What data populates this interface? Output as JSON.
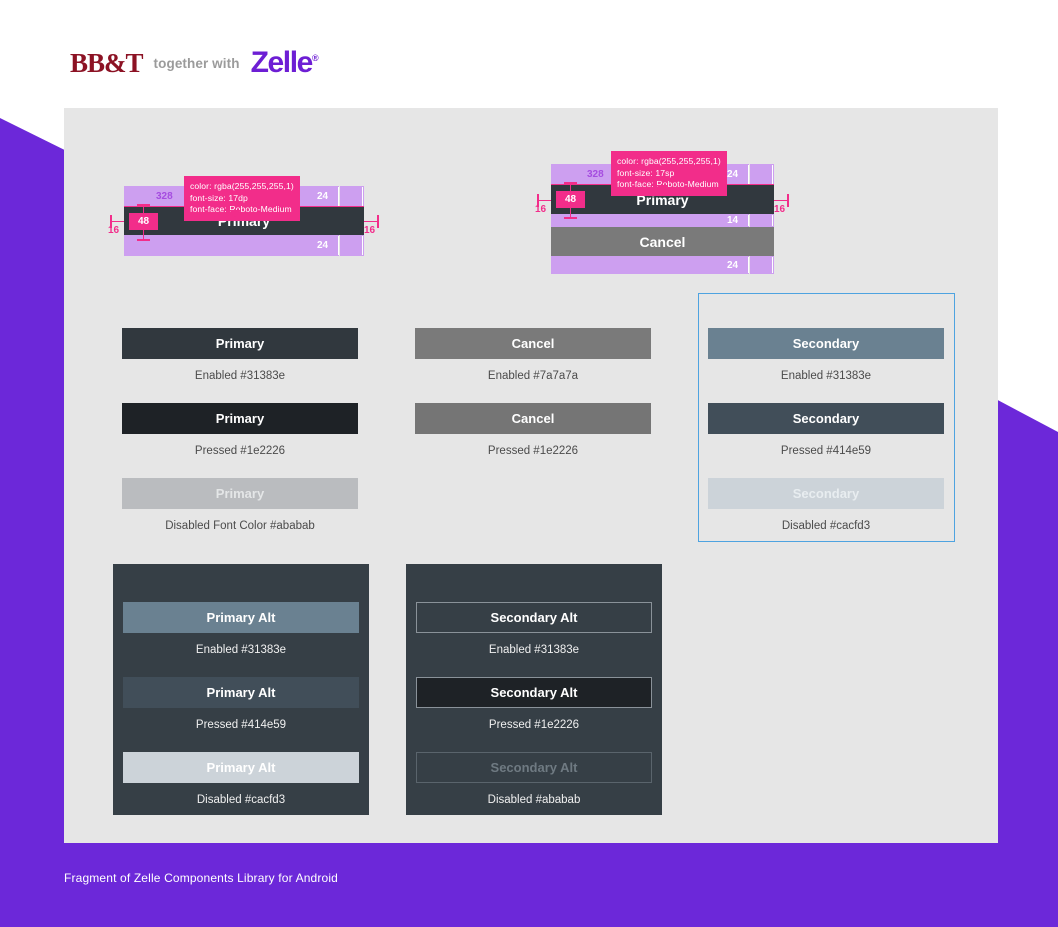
{
  "header": {
    "brand_left": "BB&T",
    "tagline": "together with",
    "brand_right": "Zelle",
    "trademark": "®"
  },
  "colors": {
    "purple": "#6c28d9",
    "panel_bg": "#e6e6e6",
    "annotation_pink": "#f22d8a",
    "spacer_violet": "#cd9ff0",
    "selection_blue": "#4ea3e0",
    "dark_panel": "#363f46",
    "primary_enabled": "#31383e",
    "primary_pressed": "#1e2226",
    "primary_disabled": "#babcbf",
    "cancel_enabled": "#7a7a7a",
    "cancel_pressed": "#757575",
    "secondary_enabled": "#6a8191",
    "secondary_pressed": "#414e59",
    "secondary_disabled": "#ccd3d9",
    "alt_disabled_fill": "#ccd3d9"
  },
  "spec_tooltip": {
    "left": "color: rgba(255,255,255,1)\nfont-size: 17dp\nfont-face: Roboto-Medium",
    "right": "color: rgba(255,255,255,1)\nfont-size: 17sp\nfont-face: Roboto-Medium"
  },
  "spec_left": {
    "button_label": "Primary",
    "width": "328",
    "height": "48",
    "margin_left": "16",
    "margin_right": "16",
    "spacing_top": "24",
    "spacing_bottom": "24"
  },
  "spec_right": {
    "primary_label": "Primary",
    "cancel_label": "Cancel",
    "width": "328",
    "height": "48",
    "margin_left": "16",
    "margin_right": "16",
    "spacing_top": "24",
    "spacing_between": "14",
    "spacing_bottom": "24"
  },
  "columns": [
    {
      "name": "primary",
      "states": [
        {
          "label": "Primary",
          "caption": "Enabled #31383e",
          "fill": "#31383e",
          "text": "#ffffff"
        },
        {
          "label": "Primary",
          "caption": "Pressed #1e2226",
          "fill": "#1e2226",
          "text": "#ffffff"
        },
        {
          "label": "Primary",
          "caption": "Disabled Font Color #ababab",
          "fill": "#babcbf",
          "text": "#e4e6e7"
        }
      ]
    },
    {
      "name": "cancel",
      "states": [
        {
          "label": "Cancel",
          "caption": "Enabled #7a7a7a",
          "fill": "#7a7a7a",
          "text": "#ffffff"
        },
        {
          "label": "Cancel",
          "caption": "Pressed #1e2226",
          "fill": "#757575",
          "text": "#ffffff"
        }
      ]
    },
    {
      "name": "secondary",
      "selected": true,
      "states": [
        {
          "label": "Secondary",
          "caption": "Enabled #31383e",
          "fill": "#6a8191",
          "text": "#ffffff"
        },
        {
          "label": "Secondary",
          "caption": "Pressed #414e59",
          "fill": "#414e59",
          "text": "#ffffff"
        },
        {
          "label": "Secondary",
          "caption": "Disabled #cacfd3",
          "fill": "#ccd3d9",
          "text": "#e8edf0"
        }
      ]
    }
  ],
  "alt_panels": [
    {
      "name": "primary-alt",
      "states": [
        {
          "label": "Primary Alt",
          "caption": "Enabled #31383e",
          "fill": "#6a8191",
          "text": "#ffffff",
          "border": "none"
        },
        {
          "label": "Primary Alt",
          "caption": "Pressed #414e59",
          "fill": "#414e59",
          "text": "#ffffff",
          "border": "none"
        },
        {
          "label": "Primary Alt",
          "caption": "Disabled #cacfd3",
          "fill": "#ccd3d9",
          "text": "#ffffff",
          "border": "none"
        }
      ]
    },
    {
      "name": "secondary-alt",
      "states": [
        {
          "label": "Secondary Alt",
          "caption": "Enabled #31383e",
          "fill": "transparent",
          "text": "#ffffff",
          "border": "1px solid #8a9299"
        },
        {
          "label": "Secondary Alt",
          "caption": "Pressed #1e2226",
          "fill": "#1e2226",
          "text": "#ffffff",
          "border": "1px solid #8a9299"
        },
        {
          "label": "Secondary Alt",
          "caption": "Disabled #ababab",
          "fill": "transparent",
          "text": "#6f7a82",
          "border": "1px solid #5a646c"
        }
      ]
    }
  ],
  "footer": {
    "caption": "Fragment of Zelle Components Library for Android"
  }
}
